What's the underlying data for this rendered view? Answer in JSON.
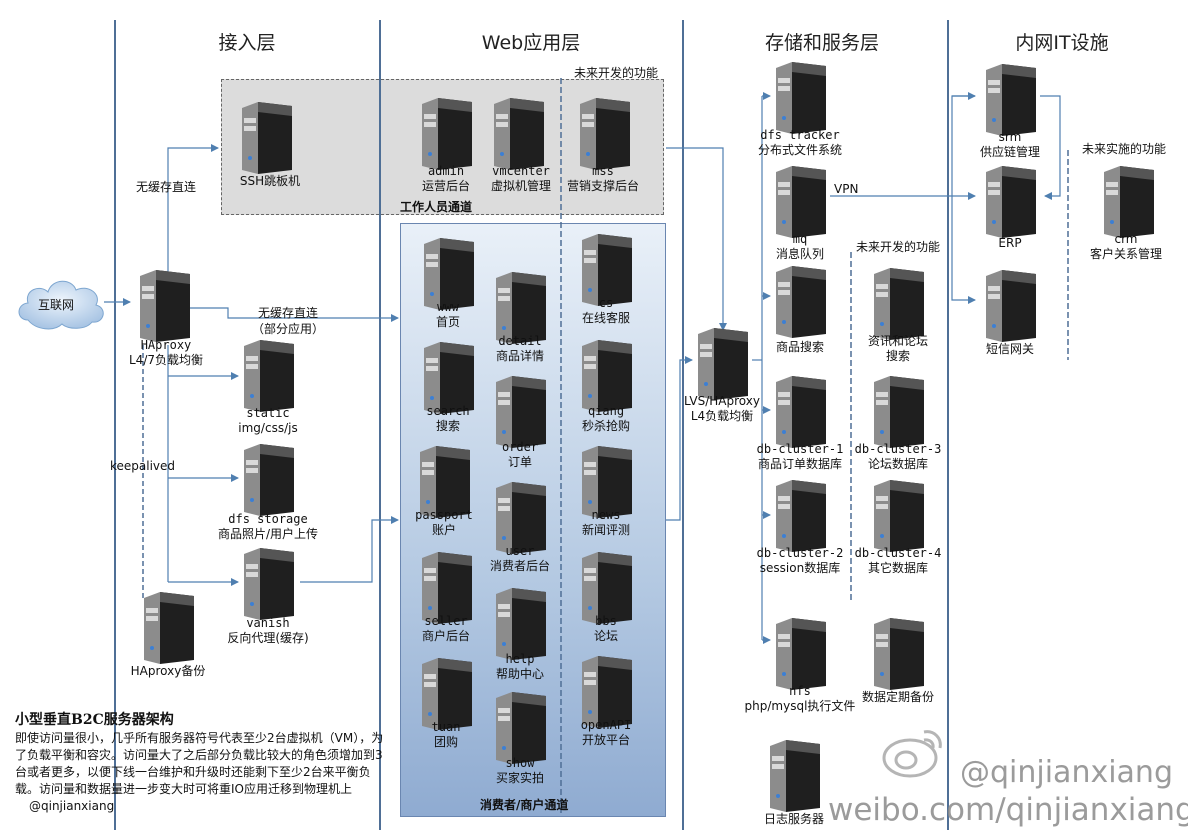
{
  "layers": {
    "access": "接入层",
    "web": "Web应用层",
    "storage": "存储和服务层",
    "intranet": "内网IT设施"
  },
  "cloud": {
    "label": "互联网"
  },
  "notes": {
    "future_web": "未来开发的功能",
    "future_storage": "未来开发的功能",
    "future_it": "未来实施的功能",
    "no_cache_direct": "无缓存直连",
    "no_cache_direct2": "无缓存直连",
    "partial_apps": "（部分应用）",
    "keepalived": "keepalived",
    "vpn": "VPN",
    "ops_channel": "工作人员通道",
    "consumer_channel": "消费者/商户通道"
  },
  "servers": {
    "ssh": {
      "one": "SSH跳板机"
    },
    "haproxy": {
      "en": "HAproxy",
      "zh": "L4/7负载均衡"
    },
    "haproxy_backup": {
      "one": "HAproxy备份"
    },
    "static": {
      "en": "static",
      "zh": "img/css/js"
    },
    "dfs_storage": {
      "en": "dfs storage",
      "zh": "商品照片/用户上传"
    },
    "vanish": {
      "en": "vanish",
      "zh": "反向代理(缓存)"
    },
    "admin": {
      "en": "admin",
      "zh": "运营后台"
    },
    "vmcenter": {
      "en": "vmcenter",
      "zh": "虚拟机管理"
    },
    "mss": {
      "en": "mss",
      "zh": "营销支撑后台"
    },
    "www": {
      "en": "www",
      "zh": "首页"
    },
    "detail": {
      "en": "detail",
      "zh": "商品详情"
    },
    "cs": {
      "en": "cs",
      "zh": "在线客服"
    },
    "search": {
      "en": "search",
      "zh": "搜索"
    },
    "qiang": {
      "en": "qiang",
      "zh": "秒杀抢购"
    },
    "order": {
      "en": "order",
      "zh": "订单"
    },
    "passport": {
      "en": "passport",
      "zh": "账户"
    },
    "news": {
      "en": "news",
      "zh": "新闻评测"
    },
    "user": {
      "en": "user",
      "zh": "消费者后台"
    },
    "seller": {
      "en": "seller",
      "zh": "商户后台"
    },
    "bbs": {
      "en": "bbs",
      "zh": "论坛"
    },
    "help": {
      "en": "help",
      "zh": "帮助中心"
    },
    "tuan": {
      "en": "tuan",
      "zh": "团购"
    },
    "openapi": {
      "en": "openAPI",
      "zh": "开放平台"
    },
    "show": {
      "en": "show",
      "zh": "买家实拍"
    },
    "lvs": {
      "en": "LVS/HAproxy",
      "zh": "L4负载均衡"
    },
    "dfs_tracker": {
      "en": "dfs tracker",
      "zh": "分布式文件系统"
    },
    "mq": {
      "en": "mq",
      "zh": "消息队列"
    },
    "product_search": {
      "one": "商品搜索"
    },
    "forum_search": {
      "en": "资讯和论坛",
      "zh": "搜索"
    },
    "db1": {
      "en": "db-cluster-1",
      "zh": "商品订单数据库"
    },
    "db3": {
      "en": "db-cluster-3",
      "zh": "论坛数据库"
    },
    "db2": {
      "en": "db-cluster-2",
      "zh": "session数据库"
    },
    "db4": {
      "en": "db-cluster-4",
      "zh": "其它数据库"
    },
    "nfs": {
      "en": "nfs",
      "zh": "php/mysql执行文件"
    },
    "backup": {
      "one": "数据定期备份"
    },
    "log": {
      "one": "日志服务器"
    },
    "srm": {
      "en": "srm",
      "zh": "供应链管理"
    },
    "erp": {
      "one": "ERP"
    },
    "crm": {
      "en": "crm",
      "zh": "客户关系管理"
    },
    "sms": {
      "one": "短信网关"
    }
  },
  "description": {
    "title": "小型垂直B2C服务器架构",
    "body": "即使访问量很小，几乎所有服务器符号代表至少2台虚拟机（VM），为了负载平衡和容灾。访问量大了之后部分负载比较大的角色须增加到3台或者更多，以便下线一台维护和升级时还能剩下至少2台来平衡负载。访问量和数据量进一步变大时可将重IO应用迁移到物理机上",
    "author": "@qinjianxiang"
  },
  "watermark": {
    "handle": "@qinjianxiang",
    "url": "weibo.com/qinjianxiang"
  },
  "colors": {
    "line": "#4f7fb0",
    "server_dark": "#2b2b2b",
    "server_light": "#7a7a7a",
    "zone_gray": "#dcdcdc",
    "zone_blue": "#9fb8da"
  }
}
